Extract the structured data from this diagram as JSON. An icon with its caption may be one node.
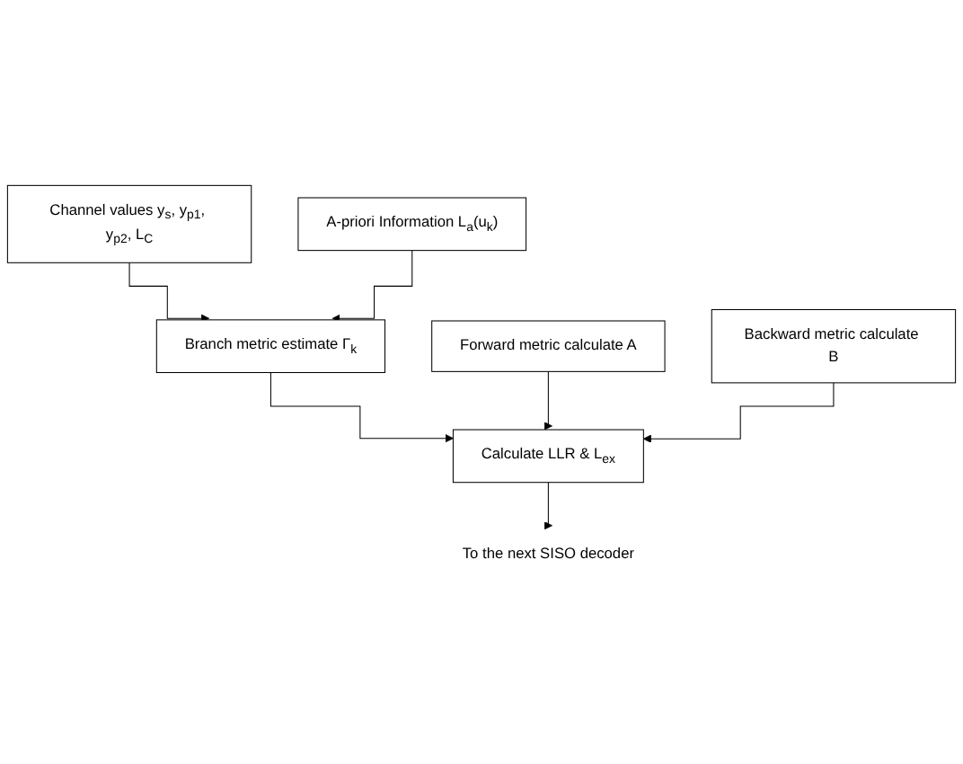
{
  "diagram": {
    "nodes": [
      {
        "text": [
          "Channel values y$_{s}$, y$_{p1}$, y$_{p2}$, L$_{C}$"
        ]
      },
      {
        "text": [
          "A-priori Information L$_{a}$(u$_{k}$)"
        ]
      },
      {
        "text": [
          "Branch metric estimate Γ$_{k}$"
        ]
      },
      {
        "text": [
          "Forward metric calculate A"
        ]
      },
      {
        "text": [
          "Calculate LLR & L$_{ex}$"
        ]
      },
      {
        "text": [
          "Backward metric calculate B"
        ]
      },
      {
        "text": [
          "To the next SISO decoder"
        ]
      }
    ],
    "edges": [
      {
        "from": 0,
        "to": 2,
        "arrow": "to"
      },
      {
        "from": 1,
        "to": 2,
        "arrow": "to"
      },
      {
        "from": 2,
        "to": 4,
        "arrow": "to"
      },
      {
        "from": 3,
        "to": 4,
        "arrow": "to"
      },
      {
        "from": 5,
        "to": 4,
        "arrow": "to"
      },
      {
        "from": 4,
        "to": 6,
        "arrow": "to"
      }
    ]
  }
}
